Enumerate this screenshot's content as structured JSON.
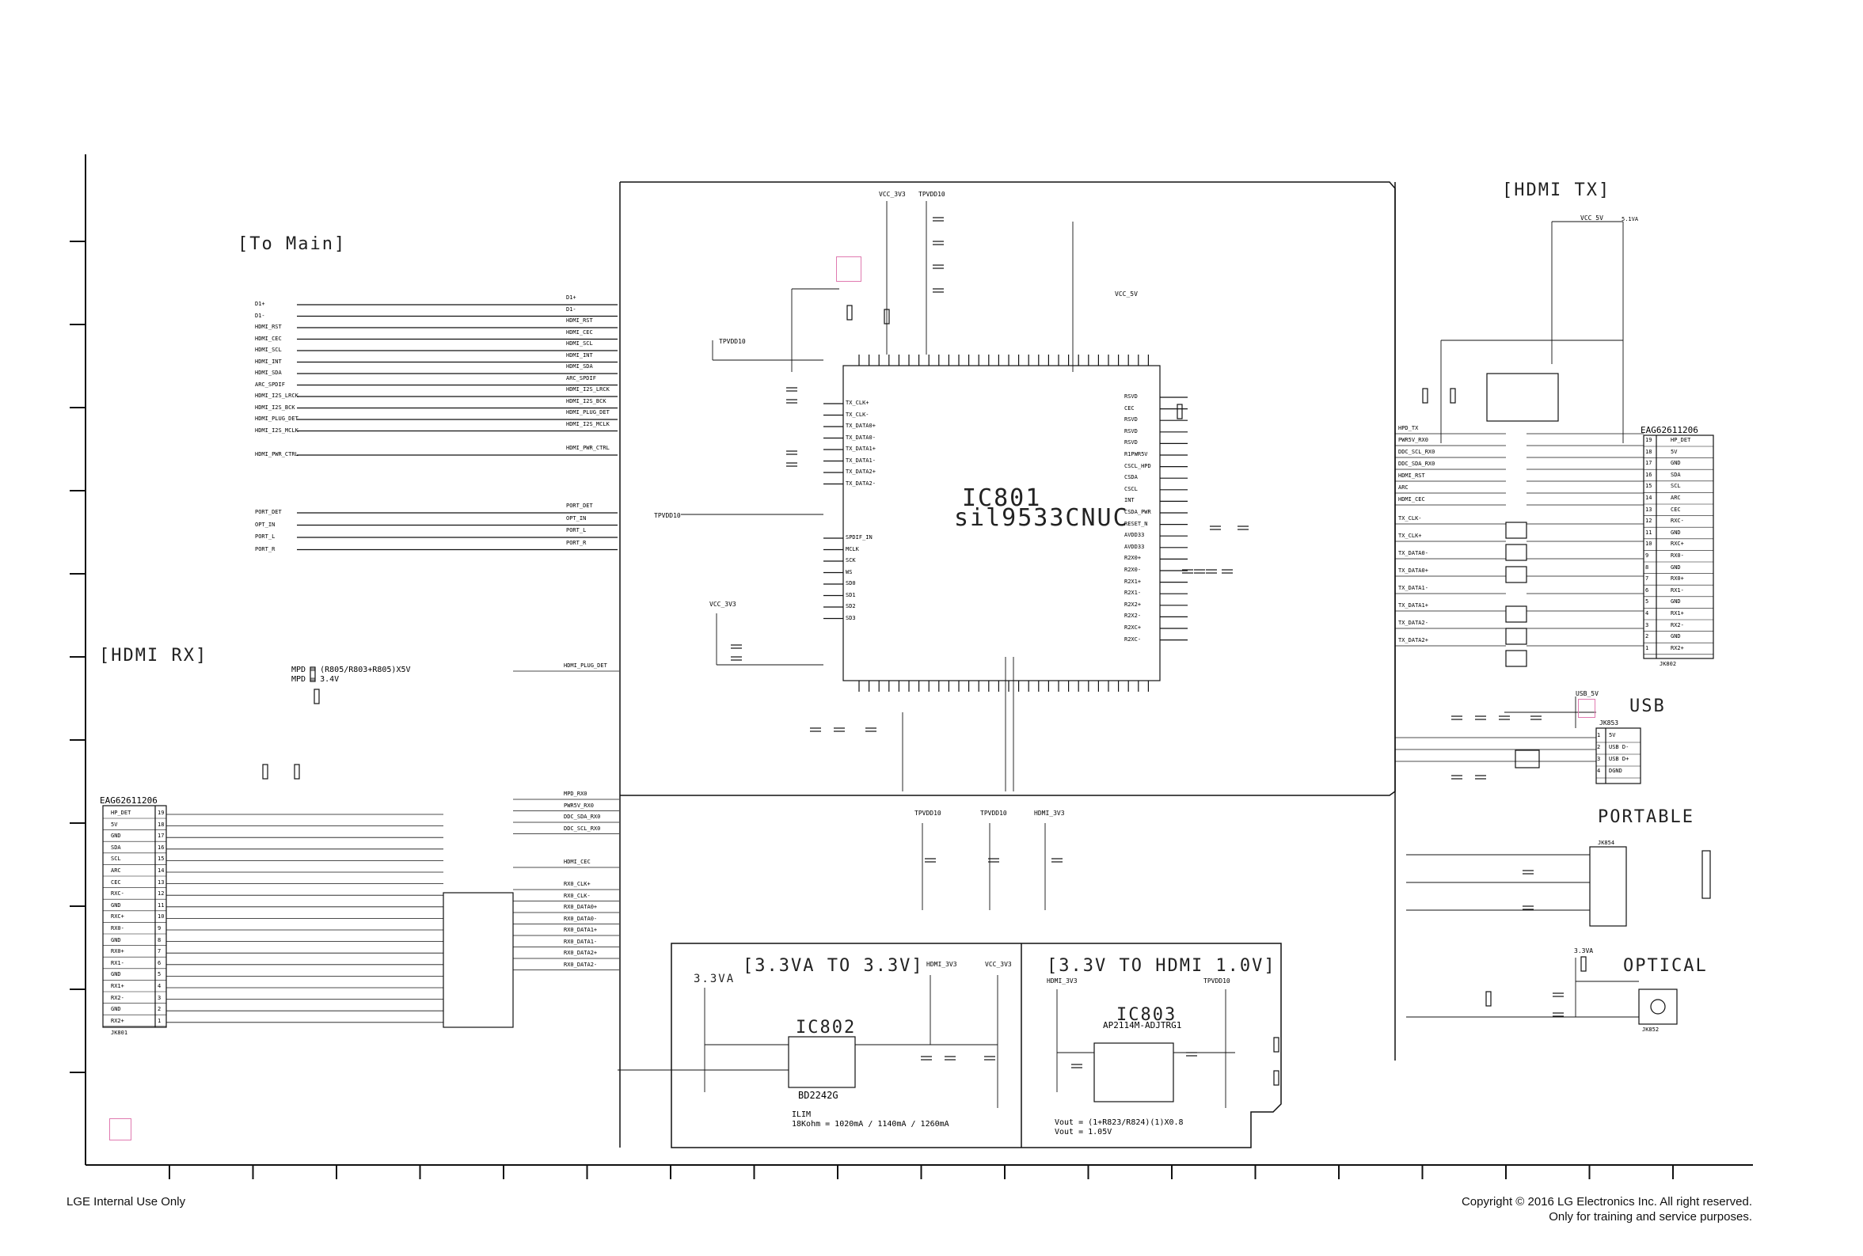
{
  "sections": {
    "to_main": "[To Main]",
    "hdmi_rx": "[HDMI RX]",
    "hdmi_tx": "[HDMI TX]",
    "usb": "USB",
    "portable": "PORTABLE",
    "optical": "OPTICAL",
    "reg_3v3": "[3.3VA TO 3.3V]",
    "reg_1v0": "[3.3V TO HDMI 1.0V]"
  },
  "chips": {
    "ic801_name": "IC801",
    "ic801_part": "sil9533CNUC",
    "ic802_name": "IC802",
    "ic802_part": "BD2242G",
    "ic803_name": "IC803",
    "ic803_part": "AP2114M-ADJTRG1"
  },
  "connectors": {
    "rx_part": "EAG62611206",
    "rx_ref": "JK801",
    "tx_part": "EAG62611206",
    "tx_ref": "JK802",
    "usb_ref": "JK853",
    "portable_ref": "JK854",
    "optical_ref": "JK852"
  },
  "rails": {
    "vcc_3v3": "VCC_3V3",
    "tpvdd10": "TPVDD10",
    "vcc_5v": "VCC_5V",
    "hdmi_3v3": "HDMI_3V3",
    "v3_3va": "3.3VA",
    "usb_5v": "USB_5V",
    "v5_1va": "5.1VA",
    "gnd": "DGND"
  },
  "to_main_signals": [
    "D1+",
    "D1-",
    "HDMI_RST",
    "HDMI_CEC",
    "HDMI_SCL",
    "HDMI_INT",
    "HDMI_SDA",
    "ARC_SPDIF",
    "HDMI_I2S_LRCK",
    "HDMI_I2S_BCK",
    "HDMI_PLUG_DET",
    "HDMI_I2S_MCLK",
    "HDMI_PWR_CTRL",
    "PORT_DET",
    "OPT_IN",
    "PORT_L",
    "PORT_R"
  ],
  "tx_connector_pins": [
    {
      "n": "19",
      "s": "HP_DET"
    },
    {
      "n": "18",
      "s": "5V"
    },
    {
      "n": "17",
      "s": "GND"
    },
    {
      "n": "16",
      "s": "SDA"
    },
    {
      "n": "15",
      "s": "SCL"
    },
    {
      "n": "14",
      "s": "ARC"
    },
    {
      "n": "13",
      "s": "CEC"
    },
    {
      "n": "12",
      "s": "RXC-"
    },
    {
      "n": "11",
      "s": "GND"
    },
    {
      "n": "10",
      "s": "RXC+"
    },
    {
      "n": "9",
      "s": "RX0-"
    },
    {
      "n": "8",
      "s": "GND"
    },
    {
      "n": "7",
      "s": "RX0+"
    },
    {
      "n": "6",
      "s": "RX1-"
    },
    {
      "n": "5",
      "s": "GND"
    },
    {
      "n": "4",
      "s": "RX1+"
    },
    {
      "n": "3",
      "s": "RX2-"
    },
    {
      "n": "2",
      "s": "GND"
    },
    {
      "n": "1",
      "s": "RX2+"
    }
  ],
  "rx_connector_pins": [
    {
      "n": "19",
      "s": "HP_DET"
    },
    {
      "n": "18",
      "s": "5V"
    },
    {
      "n": "17",
      "s": "GND"
    },
    {
      "n": "16",
      "s": "SDA"
    },
    {
      "n": "15",
      "s": "SCL"
    },
    {
      "n": "14",
      "s": "ARC"
    },
    {
      "n": "13",
      "s": "CEC"
    },
    {
      "n": "12",
      "s": "RXC-"
    },
    {
      "n": "11",
      "s": "GND"
    },
    {
      "n": "10",
      "s": "RXC+"
    },
    {
      "n": "9",
      "s": "RX0-"
    },
    {
      "n": "8",
      "s": "GND"
    },
    {
      "n": "7",
      "s": "RX0+"
    },
    {
      "n": "6",
      "s": "RX1-"
    },
    {
      "n": "5",
      "s": "GND"
    },
    {
      "n": "4",
      "s": "RX1+"
    },
    {
      "n": "3",
      "s": "RX2-"
    },
    {
      "n": "2",
      "s": "GND"
    },
    {
      "n": "1",
      "s": "RX2+"
    }
  ],
  "ic801_left_pins": [
    "TX_CLK+",
    "TX_CLK-",
    "TX_DATA0+",
    "TX_DATA0-",
    "TX_DATA1+",
    "TX_DATA1-",
    "TX_DATA2+",
    "TX_DATA2-",
    "SPDIF_IN",
    "MCLK",
    "SCK",
    "WS",
    "SD0",
    "SD1",
    "SD2",
    "SD3"
  ],
  "ic801_right_pins": [
    "RSVD",
    "CEC",
    "RSVD",
    "RSVD",
    "RSVD",
    "R1PWR5V",
    "CSCL_HPD",
    "CSDA",
    "CSCL",
    "INT",
    "CSDA_PWR",
    "RESET_N",
    "AVDD33",
    "AVDD33",
    "R2X0+",
    "R2X0-",
    "R2X1+",
    "R2X1-",
    "R2X2+",
    "R2X2-",
    "R2XC+",
    "R2XC-"
  ],
  "rx_side_signals": [
    "HDMI_PLUG_DET",
    "MPD_RX0",
    "PWR5V_RX0",
    "DDC_SDA_RX0",
    "DDC_SCL_RX0",
    "HDMI_CEC",
    "RX0_CLK+",
    "RX0_CLK-",
    "RX0_DATA0+",
    "RX0_DATA0-",
    "RX0_DATA1+",
    "RX0_DATA1-",
    "RX0_DATA2+",
    "RX0_DATA2-"
  ],
  "tx_side_signals": [
    "HPD_TX",
    "PWR5V_RX0",
    "DDC_SCL_RX0",
    "DDC_SDA_RX0",
    "HDMI_RST",
    "ARC",
    "HDMI_CEC",
    "TX_CLK-",
    "TX_CLK+",
    "TX_DATA0-",
    "TX_DATA0+",
    "TX_DATA1-",
    "TX_DATA1+",
    "TX_DATA2-",
    "TX_DATA2+"
  ],
  "usb_pins": [
    {
      "n": "1",
      "s": "5V"
    },
    {
      "n": "2",
      "s": "USB D-"
    },
    {
      "n": "3",
      "s": "USB D+"
    },
    {
      "n": "4",
      "s": "DGND"
    }
  ],
  "notes": {
    "mpd": "MPD = (R805/R803+R805)X5V",
    "mpd_val": "MPD = 3.4V",
    "ilim": "ILIM",
    "ilim_val": "18Kohm = 1020mA / 1140mA / 1260mA",
    "vout_formula": "Vout = (1+R823/R824)(1)X0.8",
    "vout_val": "Vout = 1.05V"
  },
  "footer": {
    "left": "LGE Internal Use Only",
    "copyright": "Copyright © 2016 LG Electronics Inc. All right reserved.",
    "training": "Only for training and service purposes."
  }
}
